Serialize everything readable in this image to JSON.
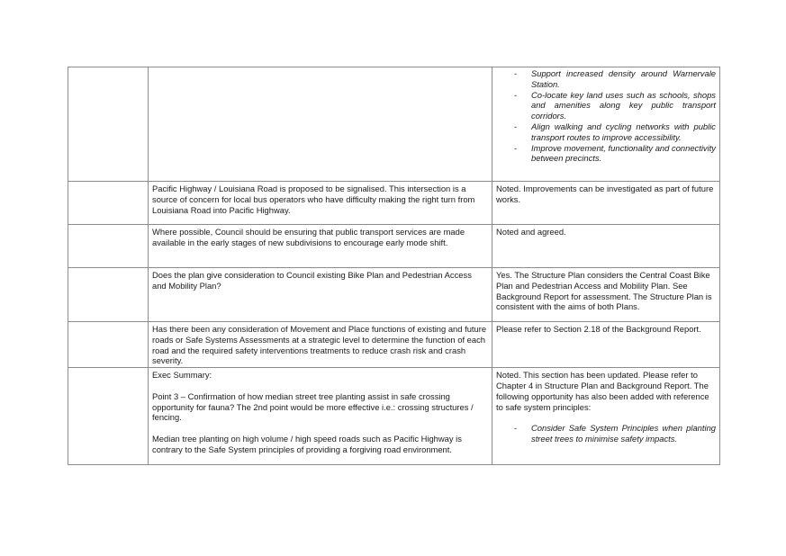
{
  "rows": [
    {
      "submission": [],
      "response_bullets": [
        "Support increased density around Warnervale Station.",
        "Co-locate key land uses such as schools, shops and amenities along key public transport corridors.",
        "Align walking and cycling networks with public transport routes to improve accessibility.",
        "Improve movement, functionality and connectivity between precincts."
      ]
    },
    {
      "submission": "Pacific Highway / Louisiana Road is proposed to be signalised. This intersection is a source of concern for local bus operators who have difficulty making the right turn from Louisiana Road into Pacific Highway.",
      "response": "Noted. Improvements can be investigated as part of future works."
    },
    {
      "submission": "Where possible, Council should be ensuring that public transport services are made available in the early stages of new subdivisions to encourage early mode shift.",
      "response": "Noted and agreed."
    },
    {
      "submission": "Does the plan give consideration to Council existing Bike Plan and Pedestrian Access and Mobility Plan?",
      "response": "Yes. The Structure Plan considers the Central Coast Bike Plan and Pedestrian Access and Mobility Plan. See Background Report for assessment. The Structure Plan is consistent with the aims of both Plans."
    },
    {
      "submission": "Has there been any consideration of Movement and Place functions of existing and future roads or Safe Systems Assessments at a strategic level to determine the function of each road and the required safety interventions treatments to reduce crash risk and crash severity.",
      "response": "Please refer to Section 2.18 of the Background Report."
    },
    {
      "submission_parts": [
        "Exec Summary:",
        "Point 3 – Confirmation of how median street tree planting assist in safe crossing opportunity for fauna? The 2nd point would be more effective i.e.: crossing structures / fencing.",
        "Median tree planting on high volume / high speed roads such as Pacific Highway is contrary to the Safe System principles of providing a forgiving road environment."
      ],
      "response": "Noted. This section has been updated. Please refer to Chapter 4 in Structure Plan and Background Report. The following opportunity has also been added with reference to safe system principles:",
      "response_bullets": [
        "Consider Safe System Principles when planting street trees to minimise safety impacts."
      ]
    }
  ]
}
